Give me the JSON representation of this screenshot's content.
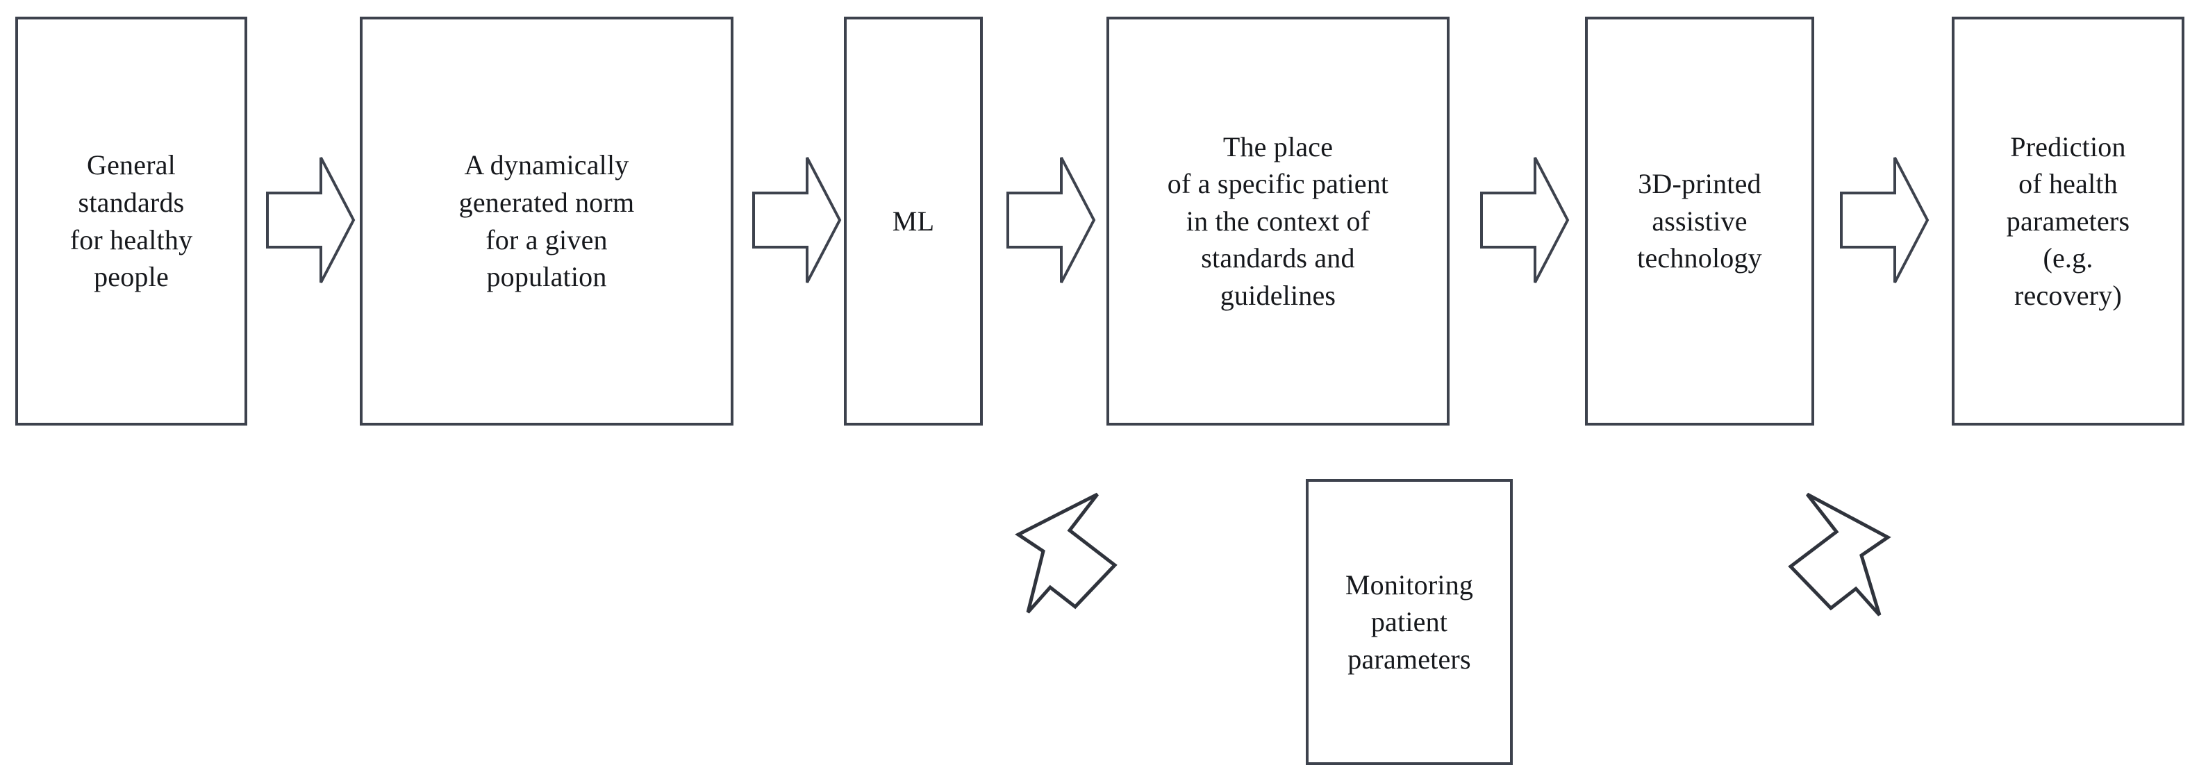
{
  "diagram": {
    "type": "process-flow",
    "title": "",
    "background_color": "#ffffff",
    "stroke_color": "#3d424d",
    "text_color": "#16181c",
    "nodes": [
      {
        "id": "general-standards",
        "label": "General\nstandards\nfor healthy\npeople",
        "row": "main",
        "order": 1
      },
      {
        "id": "dynamic-norm",
        "label": "A dynamically\ngenerated norm\nfor a given\npopulation",
        "row": "main",
        "order": 2
      },
      {
        "id": "ml",
        "label": "ML",
        "row": "main",
        "order": 3
      },
      {
        "id": "patient-place",
        "label": "The place\nof a specific patient\nin the context of\nstandards and\nguidelines",
        "row": "main",
        "order": 4
      },
      {
        "id": "assistive-technology",
        "label": "3D-printed\nassistive\ntechnology",
        "row": "main",
        "order": 5
      },
      {
        "id": "health-prediction",
        "label": "Prediction\nof health\nparameters\n(e.g.\nrecovery)",
        "row": "main",
        "order": 6
      },
      {
        "id": "monitoring",
        "label": "Monitoring\npatient\nparameters",
        "row": "feedback",
        "order": 7
      }
    ],
    "connectors": [
      {
        "id": "arrow-1",
        "from": "general-standards",
        "to": "dynamic-norm",
        "direction": "right",
        "style": "block-arrow"
      },
      {
        "id": "arrow-2",
        "from": "dynamic-norm",
        "to": "ml",
        "direction": "right",
        "style": "block-arrow"
      },
      {
        "id": "arrow-3",
        "from": "ml",
        "to": "patient-place",
        "direction": "right",
        "style": "block-arrow"
      },
      {
        "id": "arrow-4",
        "from": "patient-place",
        "to": "assistive-technology",
        "direction": "right",
        "style": "block-arrow"
      },
      {
        "id": "arrow-5",
        "from": "assistive-technology",
        "to": "health-prediction",
        "direction": "right",
        "style": "block-arrow"
      },
      {
        "id": "arrow-feedback-left",
        "from": "monitoring",
        "to": "patient-place",
        "direction": "up-left",
        "style": "block-arrow-rotated"
      },
      {
        "id": "arrow-feedback-right",
        "from": "monitoring",
        "to": "health-prediction",
        "direction": "up-right",
        "style": "block-arrow-rotated"
      }
    ]
  }
}
